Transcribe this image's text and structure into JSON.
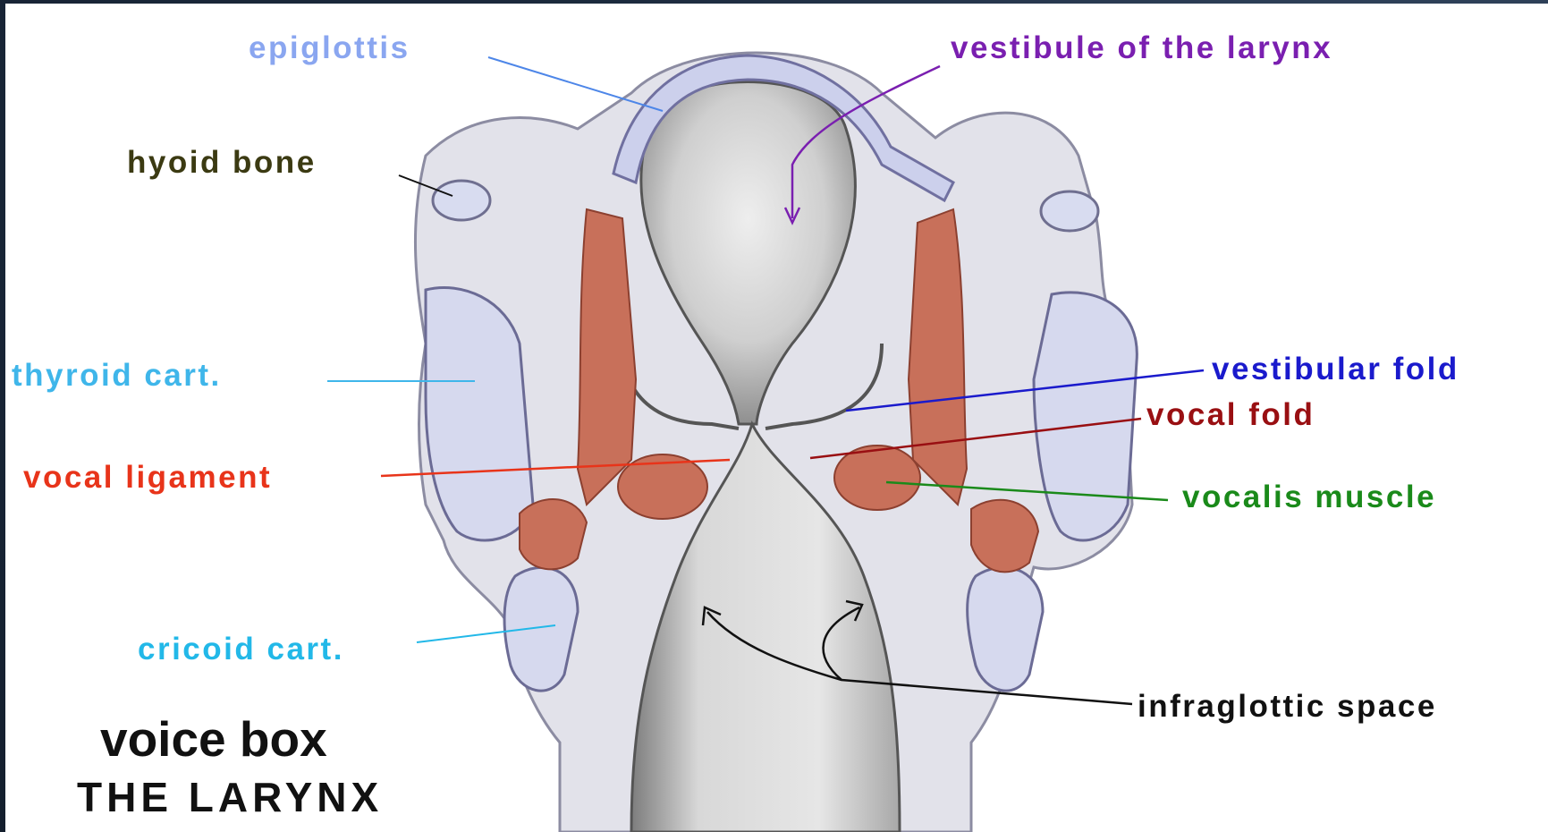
{
  "labels": {
    "epiglottis": {
      "text": "epiglottis",
      "color": "#8aa6f0"
    },
    "vestibule": {
      "text": "vestibule of the larynx",
      "color": "#7a1fb0"
    },
    "hyoid": {
      "text": "hyoid bone",
      "color": "#3b3a12"
    },
    "thyroid": {
      "text": "thyroid cart.",
      "color": "#3fb6ea"
    },
    "vestibular_fold": {
      "text": "vestibular fold",
      "color": "#1a1acc"
    },
    "vocal_fold": {
      "text": "vocal fold",
      "color": "#990f12"
    },
    "vocal_ligament": {
      "text": "vocal ligament",
      "color": "#e8341a"
    },
    "vocalis": {
      "text": "vocalis muscle",
      "color": "#1a8a1a"
    },
    "cricoid": {
      "text": "cricoid cart.",
      "color": "#22b8e8"
    },
    "infraglottic": {
      "text": "infraglottic space",
      "color": "#111111"
    }
  },
  "caption": {
    "main": "voice box",
    "sub": "THE LARYNX"
  },
  "colors": {
    "cartilage": "#d6d9ee",
    "tissue": "#e4e4ec",
    "muscle": "#c8705a",
    "lumen": "#c9c9c9"
  }
}
